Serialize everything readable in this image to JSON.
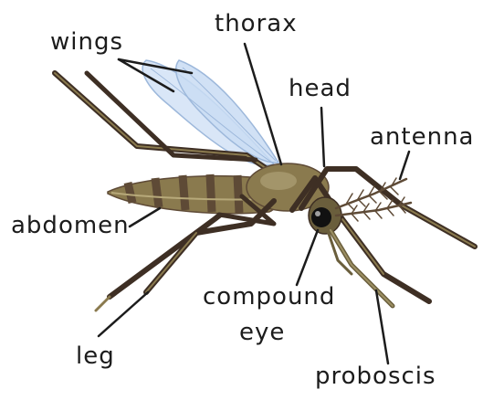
{
  "labels": {
    "thorax": "thorax",
    "wings": "wings",
    "head": "head",
    "antenna": "antenna",
    "abdomen": "abdomen",
    "compound_eye_line1": "compound",
    "compound_eye_line2": "eye",
    "leg": "leg",
    "proboscis": "proboscis"
  },
  "colors": {
    "body": "#8a7a4e",
    "stripe": "#5e4a36",
    "leg": "#3e2f24",
    "wing": "#c9dcf3",
    "wing_edge": "#9db8db",
    "proboscis": "#6a5e3c",
    "eye": "#111111",
    "leader": "#1c1c1c"
  }
}
